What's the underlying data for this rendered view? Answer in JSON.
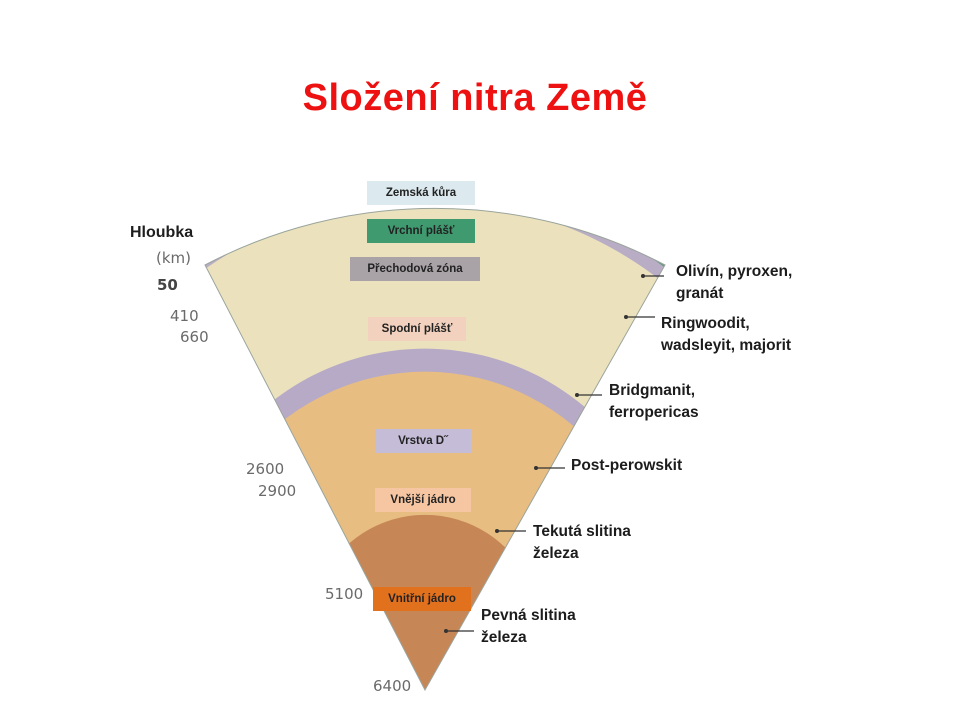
{
  "title": "Složení nitra Země",
  "depth_axis": {
    "title": "Hloubka",
    "unit": "(km)",
    "ticks": {
      "d50": "50",
      "d410": "410",
      "d660": "660",
      "d2600": "2600",
      "d2900": "2900",
      "d5100": "5100",
      "d6400": "6400"
    }
  },
  "layers": {
    "crust": "Zemská kůra",
    "upper_mantle": "Vrchní plášť",
    "transition_zone": "Přechodová zóna",
    "lower_mantle": "Spodní plášť",
    "d_layer": "Vrstva D˝",
    "outer_core": "Vnější jádro",
    "inner_core": "Vnitřní jádro"
  },
  "composition": {
    "upper_mantle": [
      "Olivín, pyroxen,",
      "granát"
    ],
    "transition_zone": [
      "Ringwoodit,",
      "wadsleyit, majorit"
    ],
    "lower_mantle": [
      "Bridgmanit,",
      "ferropericas"
    ],
    "d_layer": [
      "Post-perowskit"
    ],
    "outer_core": [
      "Tekutá slitina",
      "železa"
    ],
    "inner_core": [
      "Pevná slitina",
      "železa"
    ]
  },
  "colors": {
    "title": "#ee1111",
    "upper_mantle": "#5e9a7c",
    "transition_zone": "#b8adc4",
    "lower_mantle": "#ebe2bd",
    "d_layer": "#b7aac6",
    "outer_core": "#e7bd82",
    "inner_core": "#c78655",
    "crust_label_bg": "#dce9ee",
    "upper_mantle_label_bg": "#3f9a70",
    "transition_label_bg": "#a9a3a8",
    "lower_mantle_label_bg": "#f2d2be",
    "d_layer_label_bg": "#c5bcd8",
    "outer_core_label_bg": "#f6c6a2",
    "inner_core_label_bg": "#e2711d"
  }
}
